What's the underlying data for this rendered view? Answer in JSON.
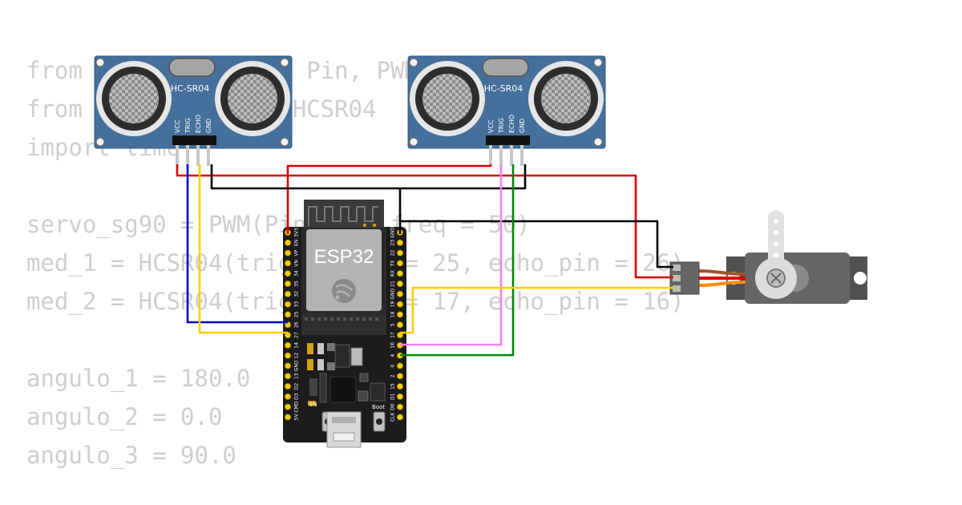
{
  "code_lines": [
    "from machine import Pin, PWM",
    "from hcsr04 import HCSR04",
    "import time",
    "",
    "servo_sg90 = PWM(Pin(32), freq = 50)",
    "med_1 = HCSR04(trigger_pin = 25, echo_pin = 26)",
    "med_2 = HCSR04(trigger_pin = 17, echo_pin = 16)",
    "",
    "angulo_1 = 180.0",
    "angulo_2 = 0.0",
    "angulo_3 = 90.0"
  ],
  "sensor_1": {
    "label": "HC-SR04",
    "pins": [
      "VCC",
      "TRIG",
      "ECHO",
      "GND"
    ]
  },
  "sensor_2": {
    "label": "HC-SR04",
    "pins": [
      "VCC",
      "TRIG",
      "ECHO",
      "GND"
    ]
  },
  "esp32": {
    "label": "ESP32",
    "left_pins": [
      "3V3",
      "EN",
      "VP",
      "VN",
      "34",
      "35",
      "32",
      "33",
      "25",
      "26",
      "27",
      "14",
      "12",
      "GND",
      "13",
      "D2",
      "D3",
      "CMD",
      "5V"
    ],
    "right_pins": [
      "GND",
      "23",
      "22",
      "TX",
      "RX",
      "21",
      "GND",
      "19",
      "18",
      "5",
      "17",
      "16",
      "4",
      "0",
      "2",
      "15",
      "D1",
      "D0",
      "CLK"
    ],
    "button_en": "EN",
    "button_boot": "Boot"
  },
  "wire_colors": {
    "power": "#dd0000",
    "ground": "#000000",
    "trig_1": "#0000cc",
    "echo_1": "#ffcc00",
    "trig_2": "#ee82ee",
    "echo_2": "#008800",
    "servo_signal": "#ffcc00"
  }
}
